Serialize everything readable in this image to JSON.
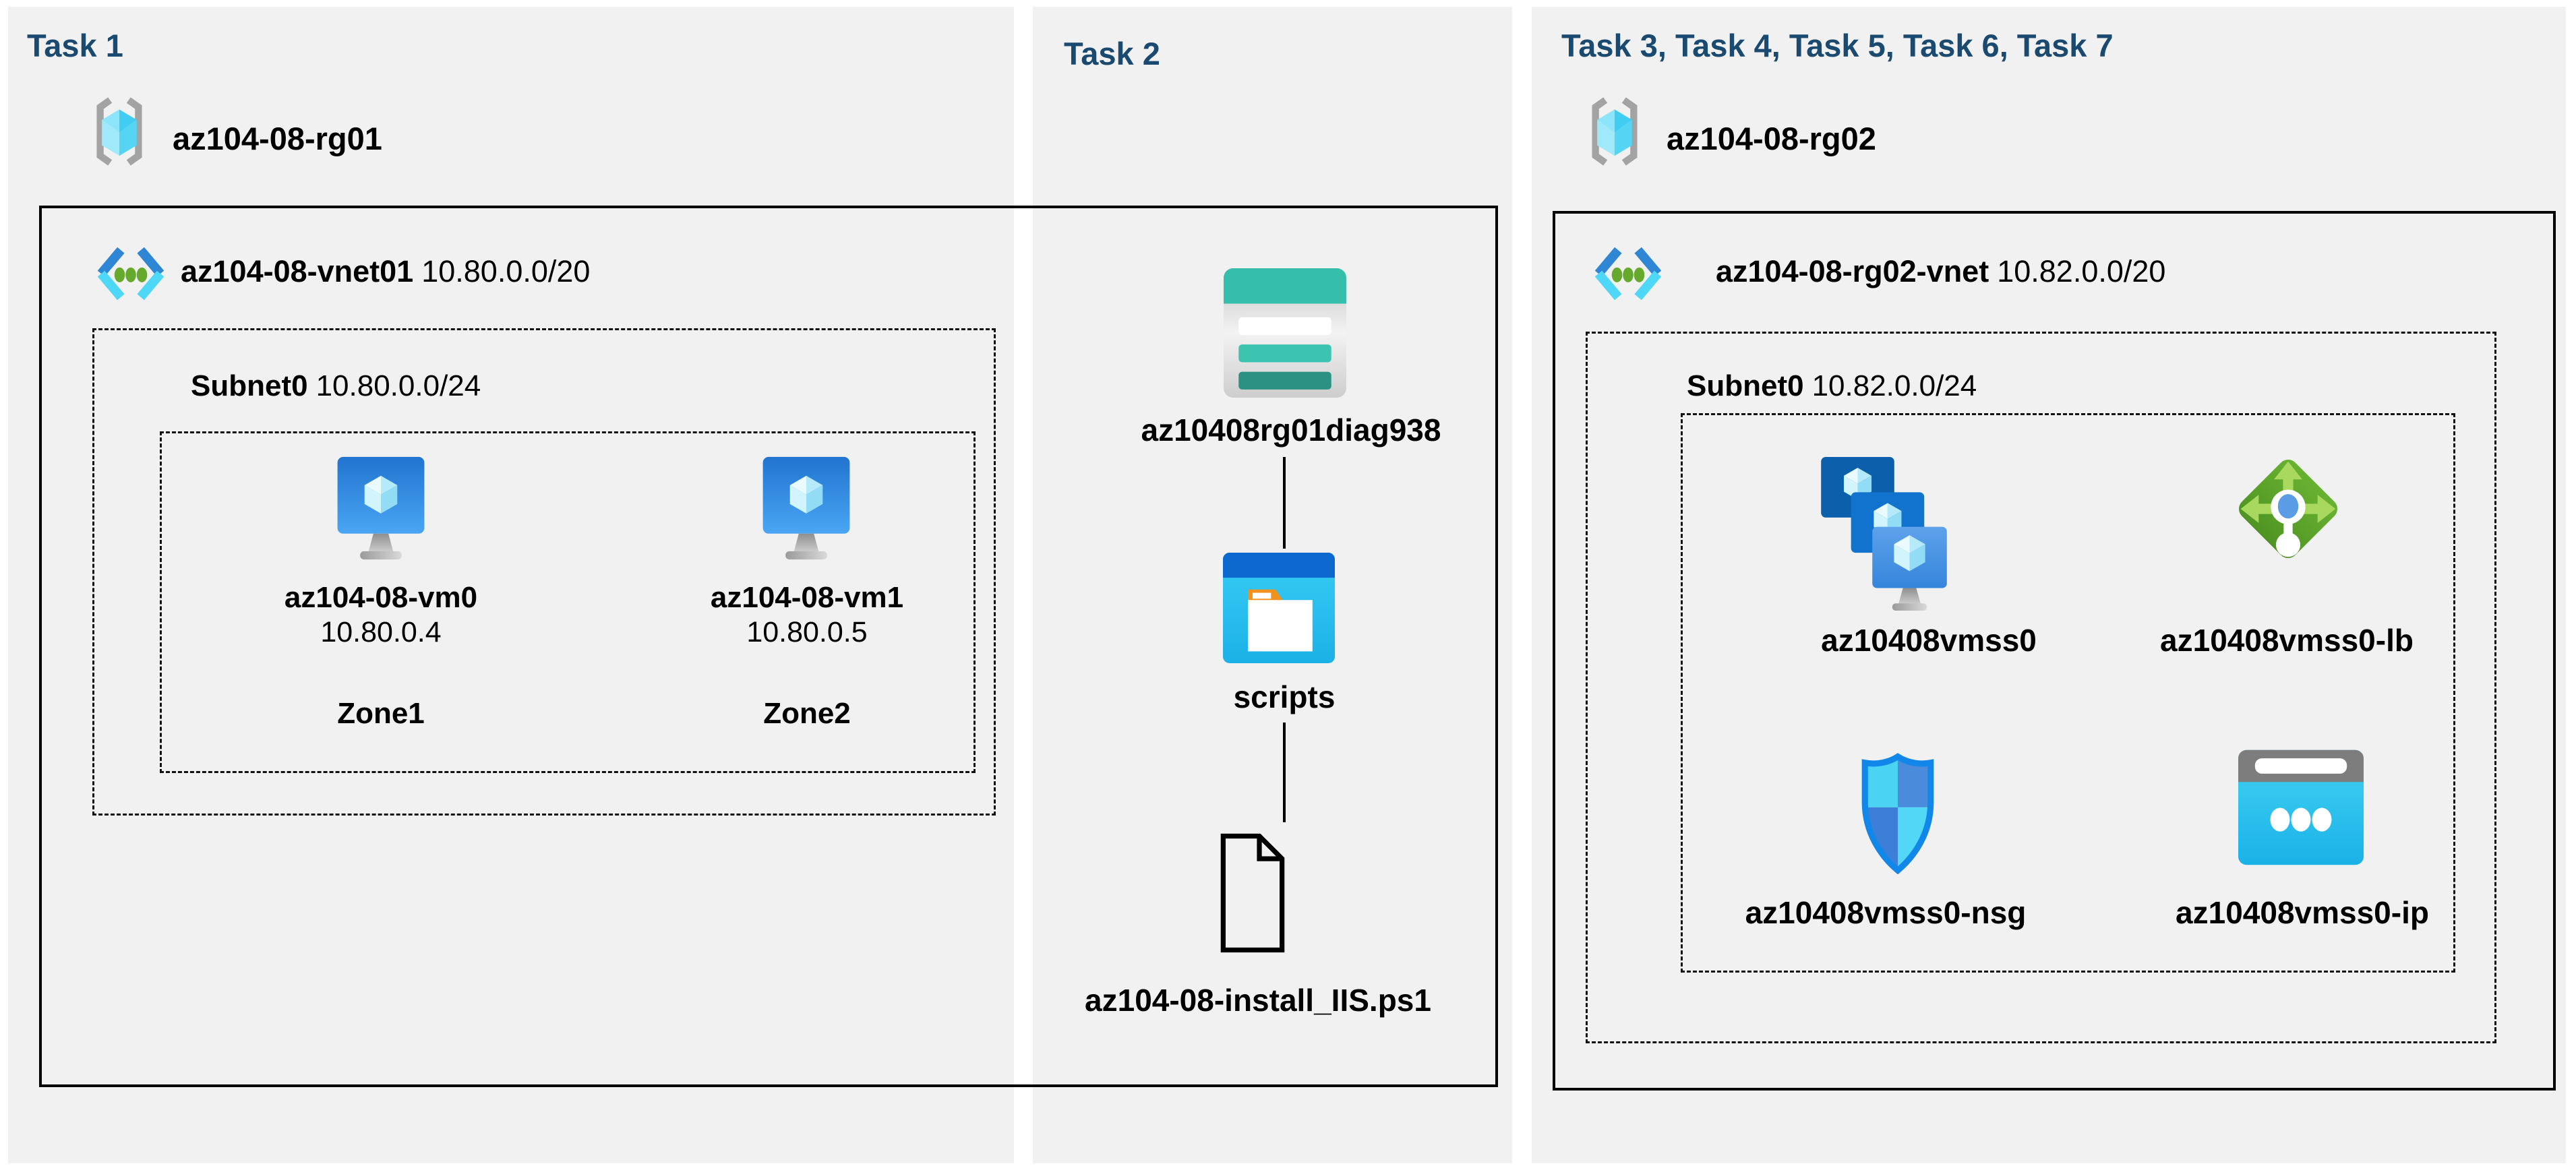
{
  "panel_task1": {
    "title": "Task 1",
    "resource_group": "az104-08-rg01",
    "vnet_name": "az104-08-vnet01",
    "vnet_cidr": "10.80.0.0/20",
    "subnet_name": "Subnet0",
    "subnet_cidr": "10.80.0.0/24",
    "vm0": {
      "name": "az104-08-vm0",
      "ip": "10.80.0.4",
      "zone": "Zone1"
    },
    "vm1": {
      "name": "az104-08-vm1",
      "ip": "10.80.0.5",
      "zone": "Zone2"
    }
  },
  "panel_task2": {
    "title": "Task 2",
    "storage_account": "az10408rg01diag938",
    "container": "scripts",
    "script_file": "az104-08-install_IIS.ps1"
  },
  "panel_tasks3_7": {
    "title": "Task 3, Task 4, Task 5, Task 6, Task 7",
    "resource_group": "az104-08-rg02",
    "vnet_name": "az104-08-rg02-vnet",
    "vnet_cidr": "10.82.0.0/20",
    "subnet_name": "Subnet0",
    "subnet_cidr": "10.82.0.0/24",
    "vmss": "az10408vmss0",
    "load_balancer": "az10408vmss0-lb",
    "nsg": "az10408vmss0-nsg",
    "public_ip": "az10408vmss0-ip"
  },
  "icons": [
    "resource-group-icon",
    "virtual-network-icon",
    "virtual-machine-icon",
    "storage-account-icon",
    "blob-container-icon",
    "script-file-icon",
    "vm-scale-set-icon",
    "load-balancer-icon",
    "network-security-group-icon",
    "public-ip-icon"
  ],
  "colors": {
    "title": "#1B4A70",
    "panel_bg": "#F1F1F2",
    "box_border": "#000000",
    "bracket_gray": "#A3A3A3",
    "cube_cyan": "#55D4F4",
    "vnet_blue": "#2E86D5",
    "vnet_cyan": "#4FD7F8",
    "vnet_green": "#66A92C",
    "vm_screen_blue_top": "#2174D0",
    "vm_screen_blue_bottom": "#4AA6F3",
    "vmss_back_blue": "#0B5FAB",
    "vmss_mid_blue": "#1173CE",
    "storage_teal": "#35BFAB",
    "storage_teal_dark": "#2A9183",
    "blob_header_blue": "#0D68D0",
    "blob_cyan": "#2BC4F0",
    "folder_orange": "#F2921D",
    "lb_green": "#5CA42C",
    "lb_arrow_green": "#A8D95E",
    "lb_dot_blue": "#5B9CE7",
    "nsg_cyan": "#4BD3F4",
    "nsg_blue": "#4A8BDC",
    "nsg_border_blue": "#1187E9",
    "ip_header_gray": "#7D7D7D",
    "ip_cyan": "#2FC9EF"
  }
}
